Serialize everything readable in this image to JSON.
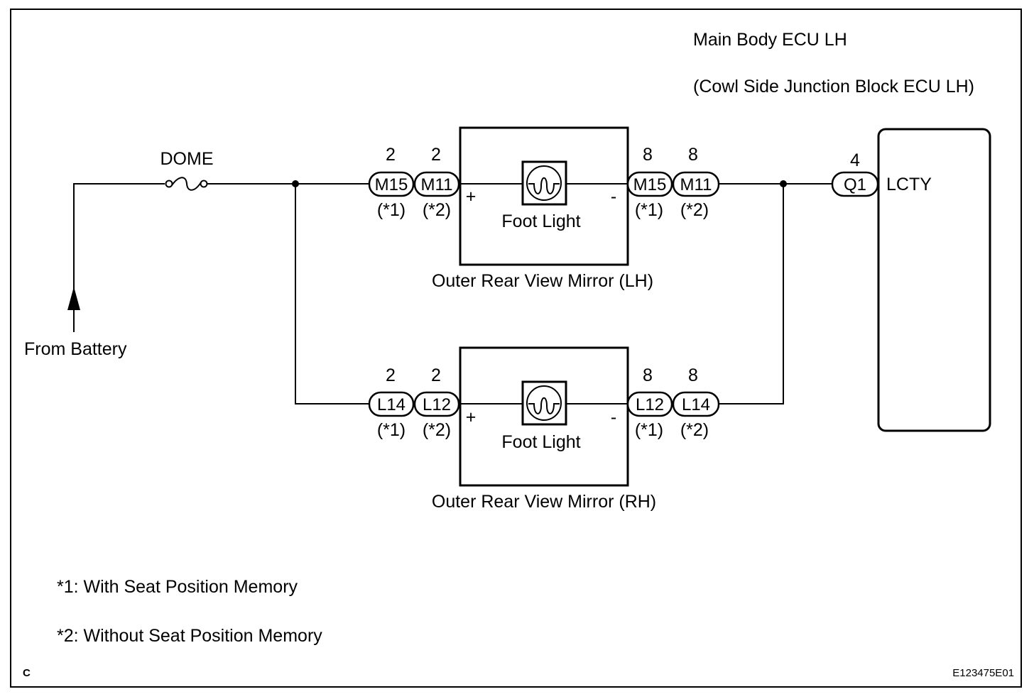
{
  "ecu": {
    "name": "Main Body ECU LH",
    "alt_name": "(Cowl Side Junction Block ECU LH)",
    "connector": "Q1",
    "pin": "4",
    "terminal": "LCTY"
  },
  "fuse": {
    "label": "DOME"
  },
  "source": {
    "label": "From Battery"
  },
  "mirrors": [
    {
      "name": "Outer Rear View Mirror (LH)",
      "component": "Foot Light",
      "plus": "+",
      "minus": "-",
      "in": [
        {
          "connector": "M15",
          "pin": "2",
          "note": "(*1)"
        },
        {
          "connector": "M11",
          "pin": "2",
          "note": "(*2)"
        }
      ],
      "out": [
        {
          "connector": "M15",
          "pin": "8",
          "note": "(*1)"
        },
        {
          "connector": "M11",
          "pin": "8",
          "note": "(*2)"
        }
      ]
    },
    {
      "name": "Outer Rear View Mirror (RH)",
      "component": "Foot Light",
      "plus": "+",
      "minus": "-",
      "in": [
        {
          "connector": "L14",
          "pin": "2",
          "note": "(*1)"
        },
        {
          "connector": "L12",
          "pin": "2",
          "note": "(*2)"
        }
      ],
      "out": [
        {
          "connector": "L12",
          "pin": "8",
          "note": "(*1)"
        },
        {
          "connector": "L14",
          "pin": "8",
          "note": "(*2)"
        }
      ]
    }
  ],
  "notes": [
    "*1: With Seat Position Memory",
    "*2: Without Seat Position Memory"
  ],
  "corner_letter": "C",
  "figure_id": "E123475E01"
}
